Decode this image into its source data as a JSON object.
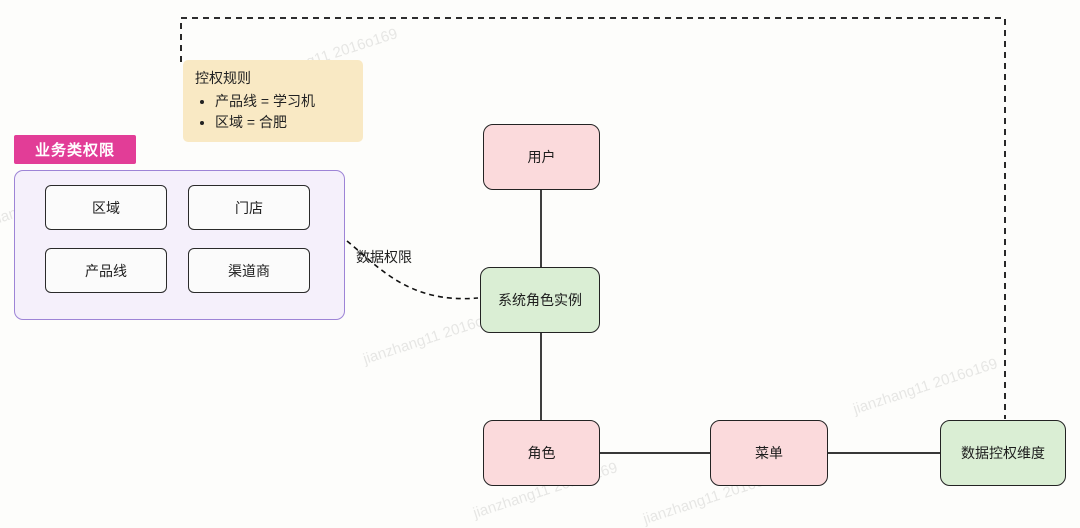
{
  "note": {
    "title": "控权规则",
    "bullets": [
      "产品线 = 学习机",
      "区域 = 合肥"
    ]
  },
  "permission_group": {
    "label": "业务类权限",
    "items": [
      "区域",
      "门店",
      "产品线",
      "渠道商"
    ]
  },
  "nodes": {
    "user": "用户",
    "role_instance": "系统角色实例",
    "role": "角色",
    "menu": "菜单",
    "data_dimension": "数据控权维度"
  },
  "edge_labels": {
    "data_permission": "数据权限"
  },
  "watermark": "jianzhang11 2016o169",
  "colors": {
    "node_pink": "#fbdadc",
    "node_green": "#daeed4",
    "container_purple_bg": "#f5f0fb",
    "container_purple_border": "#9d84d6",
    "note_yellow": "#f9e9c4",
    "tag_magenta": "#e23d97",
    "line_color": "#1c1c1c"
  }
}
